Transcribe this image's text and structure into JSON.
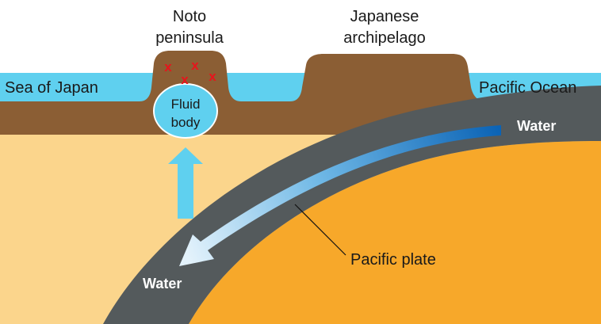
{
  "labels": {
    "noto_line1": "Noto",
    "noto_line2": "peninsula",
    "archipelago_line1": "Japanese",
    "archipelago_line2": "archipelago",
    "sea_of_japan": "Sea of Japan",
    "pacific_ocean": "Pacific Ocean",
    "fluid_line1": "Fluid",
    "fluid_line2": "body",
    "water_top": "Water",
    "water_bottom": "Water",
    "pacific_plate": "Pacific plate"
  },
  "earthquake_marker": "x",
  "colors": {
    "crust": "#8b5e34",
    "sea": "#5fd0ef",
    "mantle": "#fbd58c",
    "pacific_plate_slab": "#545a5c",
    "pacific_plate_core": "#f7a82a",
    "fluid_body": "#5fd0ef",
    "water_arrow_dark": "#0b63b5",
    "water_arrow_light": "#d8eefa",
    "upward_arrow": "#5fd0ef",
    "earthquake_marker": "#e8141c"
  },
  "icons": {
    "upward_arrow": "arrow-up-icon",
    "water_flow_arrow": "curved-arrow-icon",
    "earthquake": "x-mark-icon"
  }
}
